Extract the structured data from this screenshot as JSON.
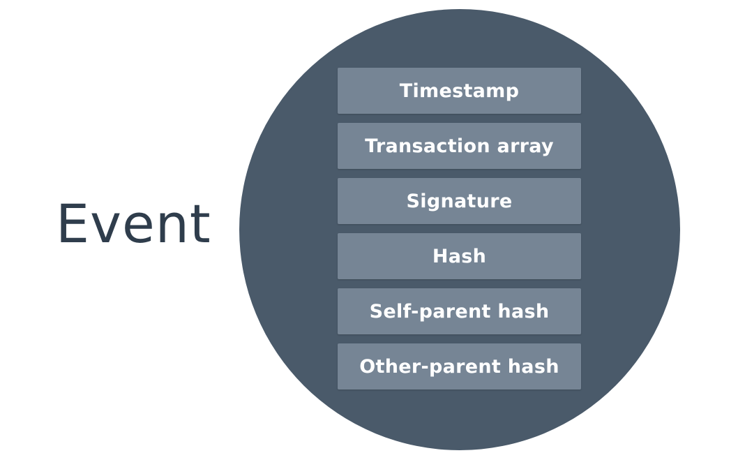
{
  "diagram": {
    "title": "Event",
    "fields": [
      "Timestamp",
      "Transaction array",
      "Signature",
      "Hash",
      "Self-parent hash",
      "Other-parent hash"
    ],
    "colors": {
      "title_text": "#2f3d4c",
      "circle_fill": "#4a5a6a",
      "field_fill": "#768595",
      "field_text": "#ffffff",
      "background": "#ffffff"
    }
  }
}
